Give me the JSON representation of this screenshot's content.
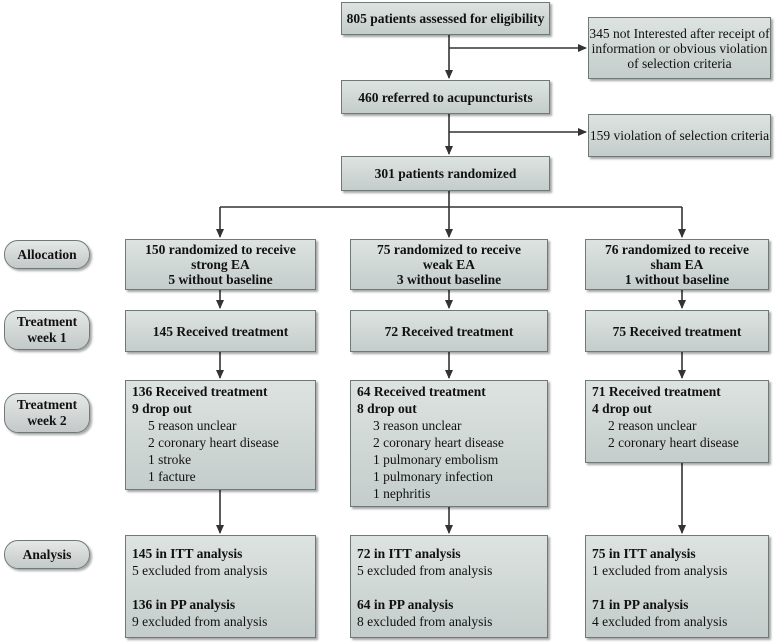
{
  "flow": {
    "assessed": "805 patients assessed for eligibility",
    "excluded_1": "345 not  Interested after receipt of information or obvious violation of selection criteria",
    "referred": "460 referred to acupuncturists",
    "excluded_2": "159 violation of selection criteria",
    "randomized": "301 patients randomized"
  },
  "stages": {
    "allocation": "Allocation",
    "week1": "Treatment week 1",
    "week2": "Treatment week 2",
    "analysis": "Analysis"
  },
  "arms": [
    {
      "alloc_line1": "150 randomized to receive",
      "alloc_line2": "strong EA",
      "alloc_line3": "5 without baseline",
      "week1": "145 Received treatment",
      "week2_head": "136 Received treatment",
      "dropout": "9   drop out",
      "reasons": [
        "5 reason unclear",
        "2 coronary heart disease",
        "1 stroke",
        "1 facture"
      ],
      "itt": "145 in ITT analysis",
      "itt_excl": "5  excluded from analysis",
      "pp": "136 in PP analysis",
      "pp_excl": "9  excluded from analysis"
    },
    {
      "alloc_line1": "75 randomized to receive",
      "alloc_line2": "weak EA",
      "alloc_line3": "3 without baseline",
      "week1": "72 Received treatment",
      "week2_head": "64 Received treatment",
      "dropout": "8   drop out",
      "reasons": [
        "3 reason unclear",
        "2 coronary heart disease",
        "1 pulmonary embolism",
        "1 pulmonary infection",
        "1 nephritis"
      ],
      "itt": "72 in ITT analysis",
      "itt_excl": "5  excluded from analysis",
      "pp": "64 in PP analysis",
      "pp_excl": "8  excluded from analysis"
    },
    {
      "alloc_line1": "76 randomized to receive",
      "alloc_line2": "sham EA",
      "alloc_line3": "1 without baseline",
      "week1": "75 Received treatment",
      "week2_head": "71 Received treatment",
      "dropout": "4   drop out",
      "reasons": [
        "2 reason unclear",
        "2 coronary heart disease"
      ],
      "itt": "75 in ITT analysis",
      "itt_excl": "1  excluded from analysis",
      "pp": "71 in PP analysis",
      "pp_excl": "4  excluded from analysis"
    }
  ]
}
